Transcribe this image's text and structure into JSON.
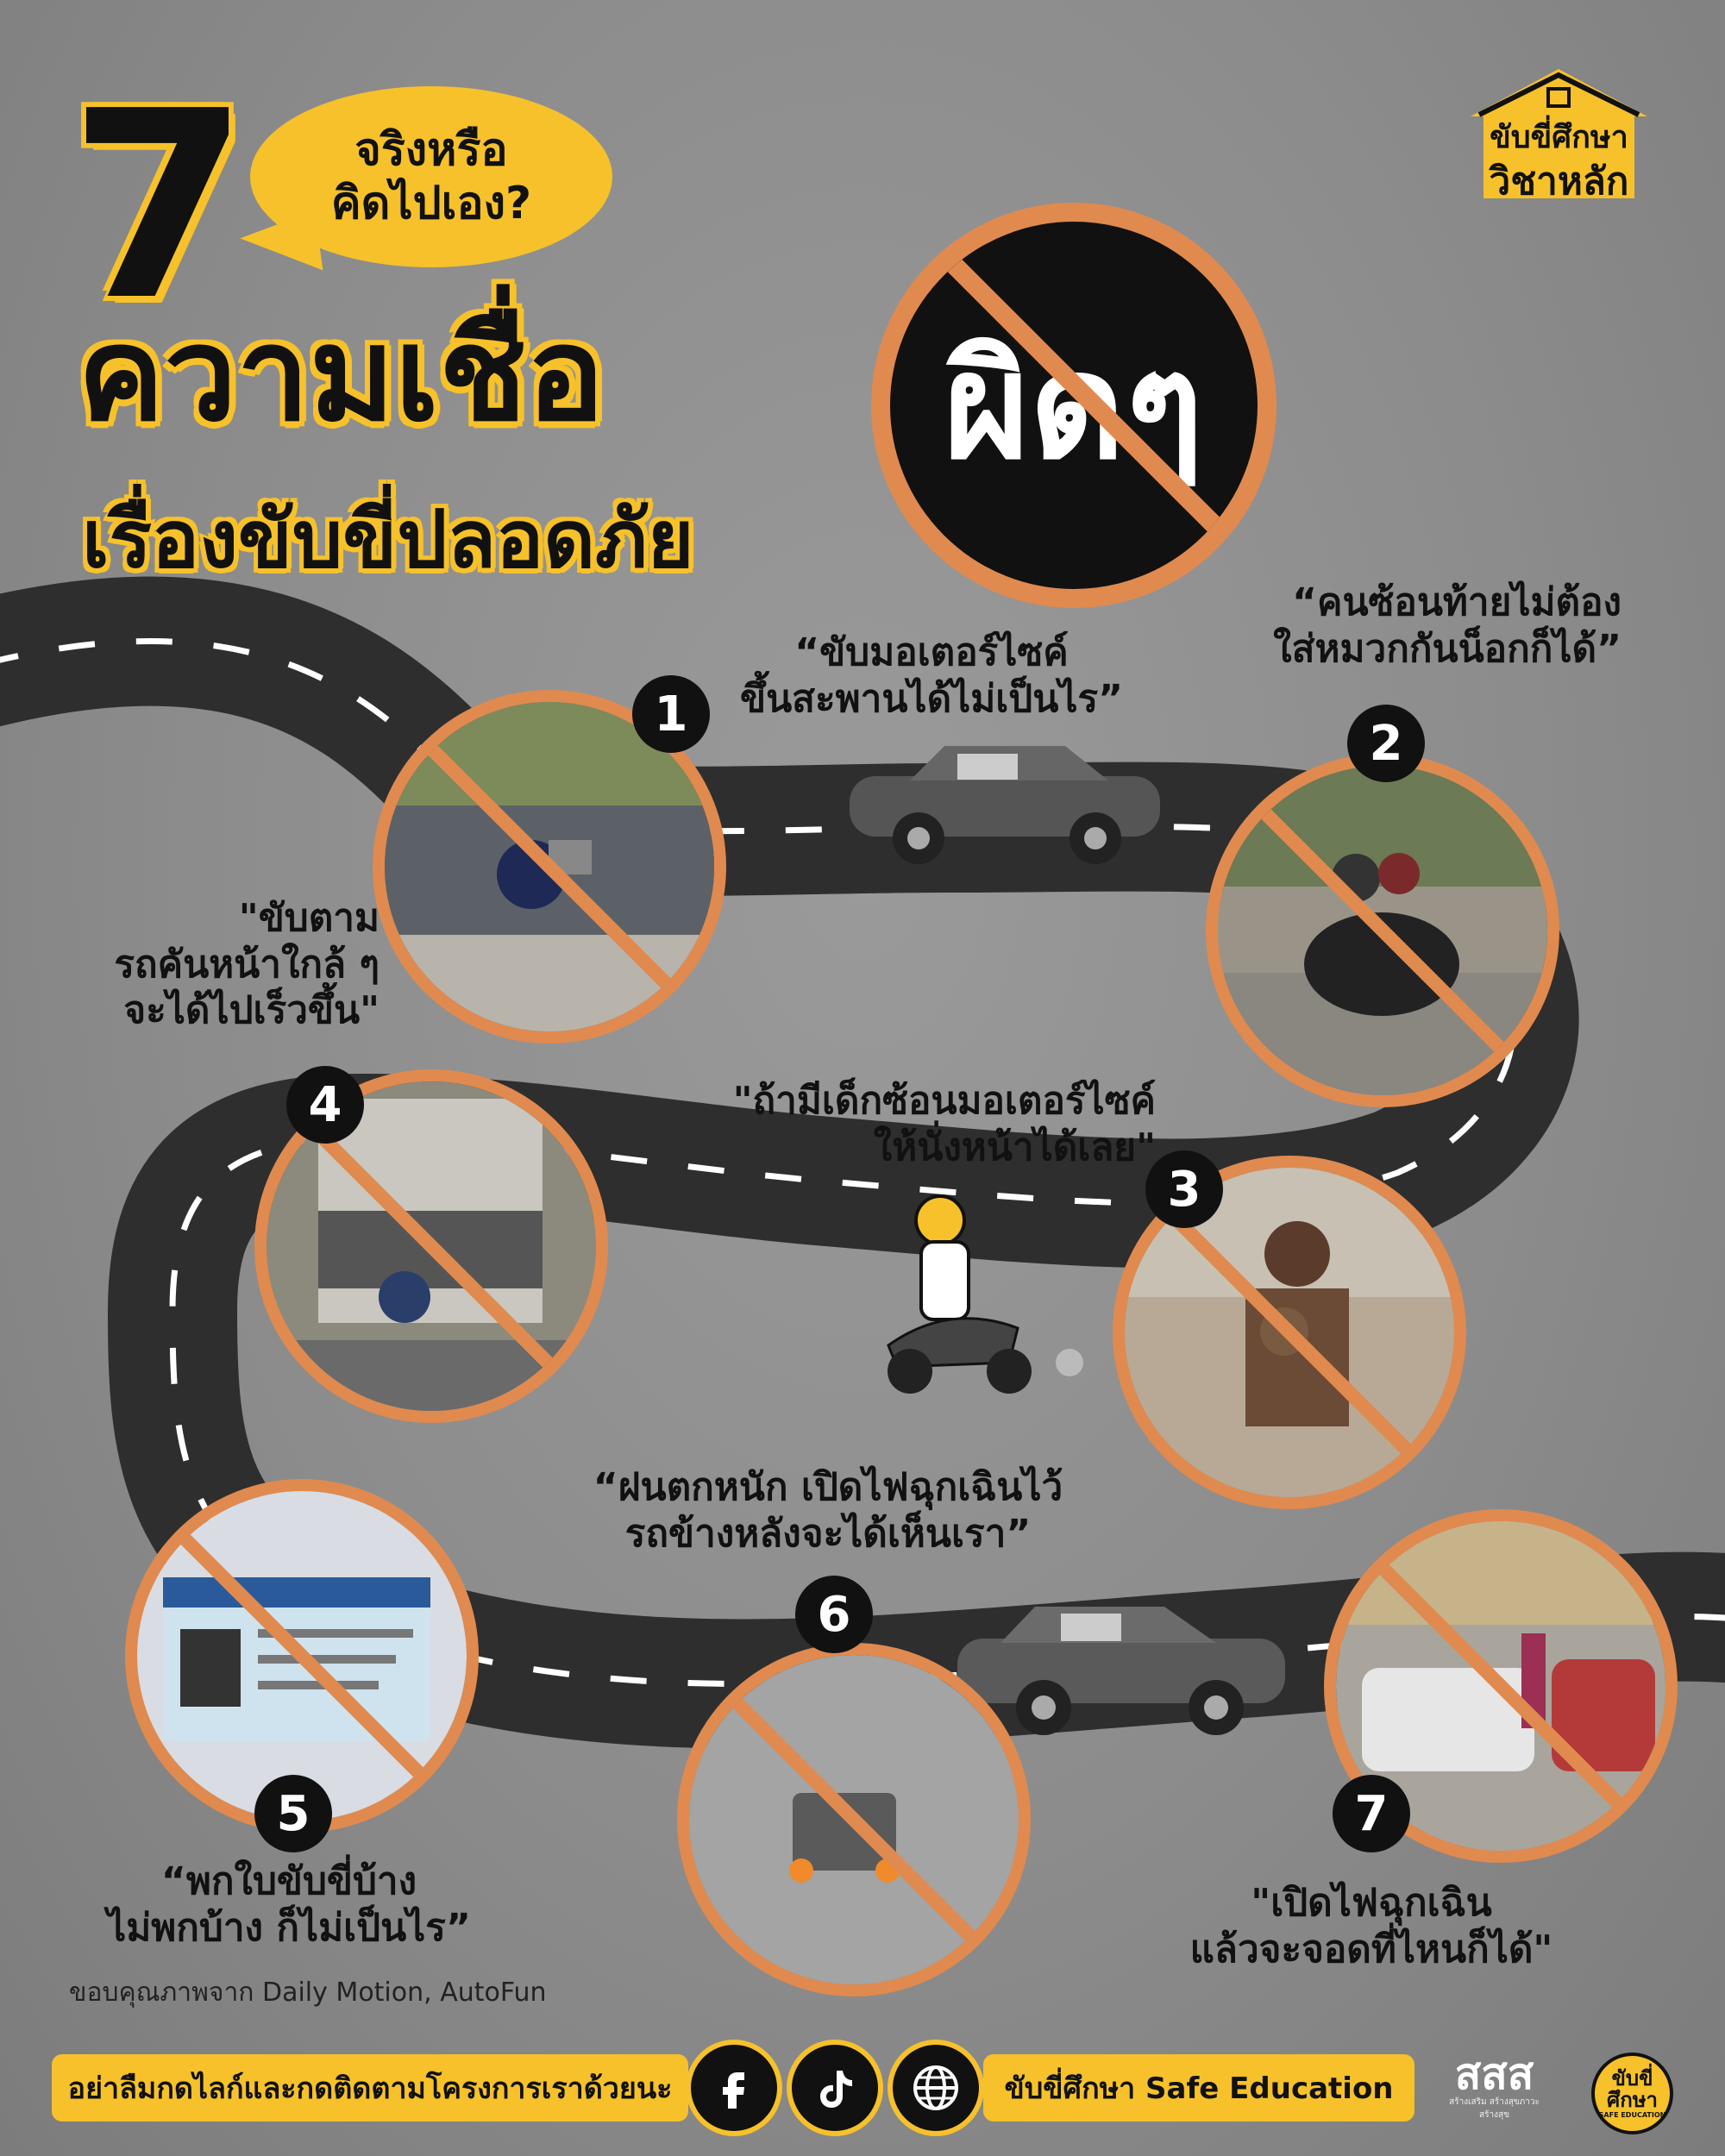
{
  "header": {
    "number": "7",
    "bubble_line1": "จริงหรือ",
    "bubble_line2": "คิดไปเอง?",
    "title": "ความเชื่อ",
    "wrong_word": "ผิดๆ",
    "subtitle": "เรื่องขับขี่ปลอดภัย"
  },
  "brand": {
    "line1": "ขับขี่ศึกษา",
    "line2": "วิชาหลัก"
  },
  "myths": [
    {
      "number": "1",
      "line1": "“ขับมอเตอร์ไซค์",
      "line2": "ขึ้นสะพานได้ไม่เป็นไร”"
    },
    {
      "number": "2",
      "line1": "“คนซ้อนท้ายไม่ต้อง",
      "line2": "ใส่หมวกกันน็อกก็ได้”"
    },
    {
      "number": "3",
      "line1": "\"ถ้ามีเด็กซ้อนมอเตอร์ไซค์",
      "line2": "ให้นั่งหน้าได้เลย\""
    },
    {
      "number": "4",
      "line1": "\"ขับตาม",
      "line2": "รถคันหน้าใกล้ ๆ",
      "line3": "จะได้ไปเร็วขึ้น\""
    },
    {
      "number": "5",
      "line1": "“พกใบขับขี่บ้าง",
      "line2": "ไม่พกบ้าง ก็ไม่เป็นไร”"
    },
    {
      "number": "6",
      "line1": "“ฝนตกหนัก เปิดไฟฉุกเฉินไว้",
      "line2": "รถข้างหลังจะได้เห็นเรา”"
    },
    {
      "number": "7",
      "line1": "\"เปิดไฟฉุกเฉิน",
      "line2": "แล้วจะจอดที่ไหนก็ได้\""
    }
  ],
  "footer": {
    "credit": "ขอบคุณภาพจาก Daily Motion, AutoFun",
    "follow_text": "อย่าลืมกดไลก์และกดติดตามโครงการเราด้วยนะ",
    "project_name": "ขับขี่ศึกษา Safe Education",
    "sponsor_logo": "สสส",
    "sponsor_tagline": "สร้างเสริม สร้างสุขภาวะ สร้างสุข",
    "badge_line1": "ขับขี่",
    "badge_line2": "ศึกษา",
    "badge_line3": "SAFE EDUCATION"
  },
  "icons": [
    "facebook-icon",
    "tiktok-icon",
    "globe-icon"
  ],
  "colors": {
    "accent": "#f6c12a",
    "ring": "#e08a4f",
    "road": "#2e2e2e",
    "ink": "#111111"
  }
}
